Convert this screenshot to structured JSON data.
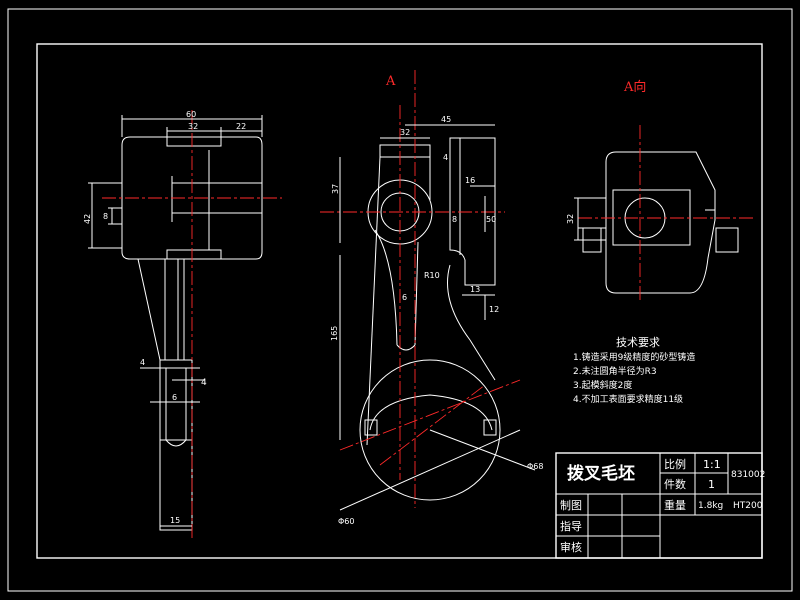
{
  "view_labels": {
    "section_a": "A",
    "view_a": "A向"
  },
  "tech_req": {
    "heading": "技术要求",
    "items": [
      "1.铸造采用9级精度的砂型铸造",
      "2.未注圆角半径为R3",
      "3.起模斜度2度",
      "4.不加工表面要求精度11级"
    ]
  },
  "title_block": {
    "title": "拨叉毛坯",
    "scale_label": "比例",
    "scale_value": "1:1",
    "count_label": "件数",
    "count_value": "1",
    "drawing_number": "831002",
    "drawn_label": "制图",
    "weight_label": "重量",
    "weight_value": "1.8kg",
    "material": "HT200",
    "guide_label": "指导",
    "review_label": "审核"
  },
  "dimensions": {
    "left_view": {
      "d60": "60",
      "d32": "32",
      "d22": "22",
      "d42": "42",
      "d8": "8",
      "d4a": "4",
      "d4b": "4",
      "d6": "6",
      "d15": "15"
    },
    "front_view": {
      "d32": "32",
      "d45": "45",
      "d4": "4",
      "d37": "37",
      "d16": "16",
      "d8": "8",
      "d50": "50",
      "r10": "R10",
      "d6": "6",
      "d13": "13",
      "d12": "12",
      "d165": "165",
      "phi68": "Φ68",
      "phi60": "Φ60"
    },
    "view_a": {
      "d32": "32"
    }
  },
  "colors": {
    "background": "#000000",
    "lines": "#ffffff",
    "center_lines": "#ff2a2a"
  }
}
